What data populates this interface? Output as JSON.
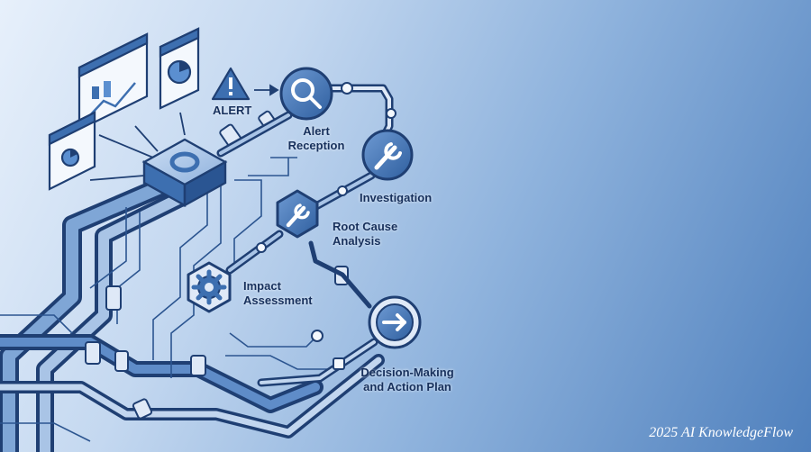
{
  "diagram": {
    "alert_tag": "ALERT",
    "steps": [
      {
        "label": "Alert Reception",
        "icon": "magnifier-icon"
      },
      {
        "label": "Investigation",
        "icon": "wrench-icon"
      },
      {
        "label": "Root Cause Analysis",
        "icon": "wrench-icon"
      },
      {
        "label": "Impact Assessment",
        "icon": "gear-icon"
      },
      {
        "label": "Decision-Making and Action Plan",
        "icon": "arrow-right-icon"
      }
    ]
  },
  "colors": {
    "line": "#1f3f73",
    "fill": "#3d6fb0",
    "fill_light": "#dfe9f7",
    "accent": "#5b8fd0"
  },
  "watermark": "2025 AI KnowledgeFlow"
}
